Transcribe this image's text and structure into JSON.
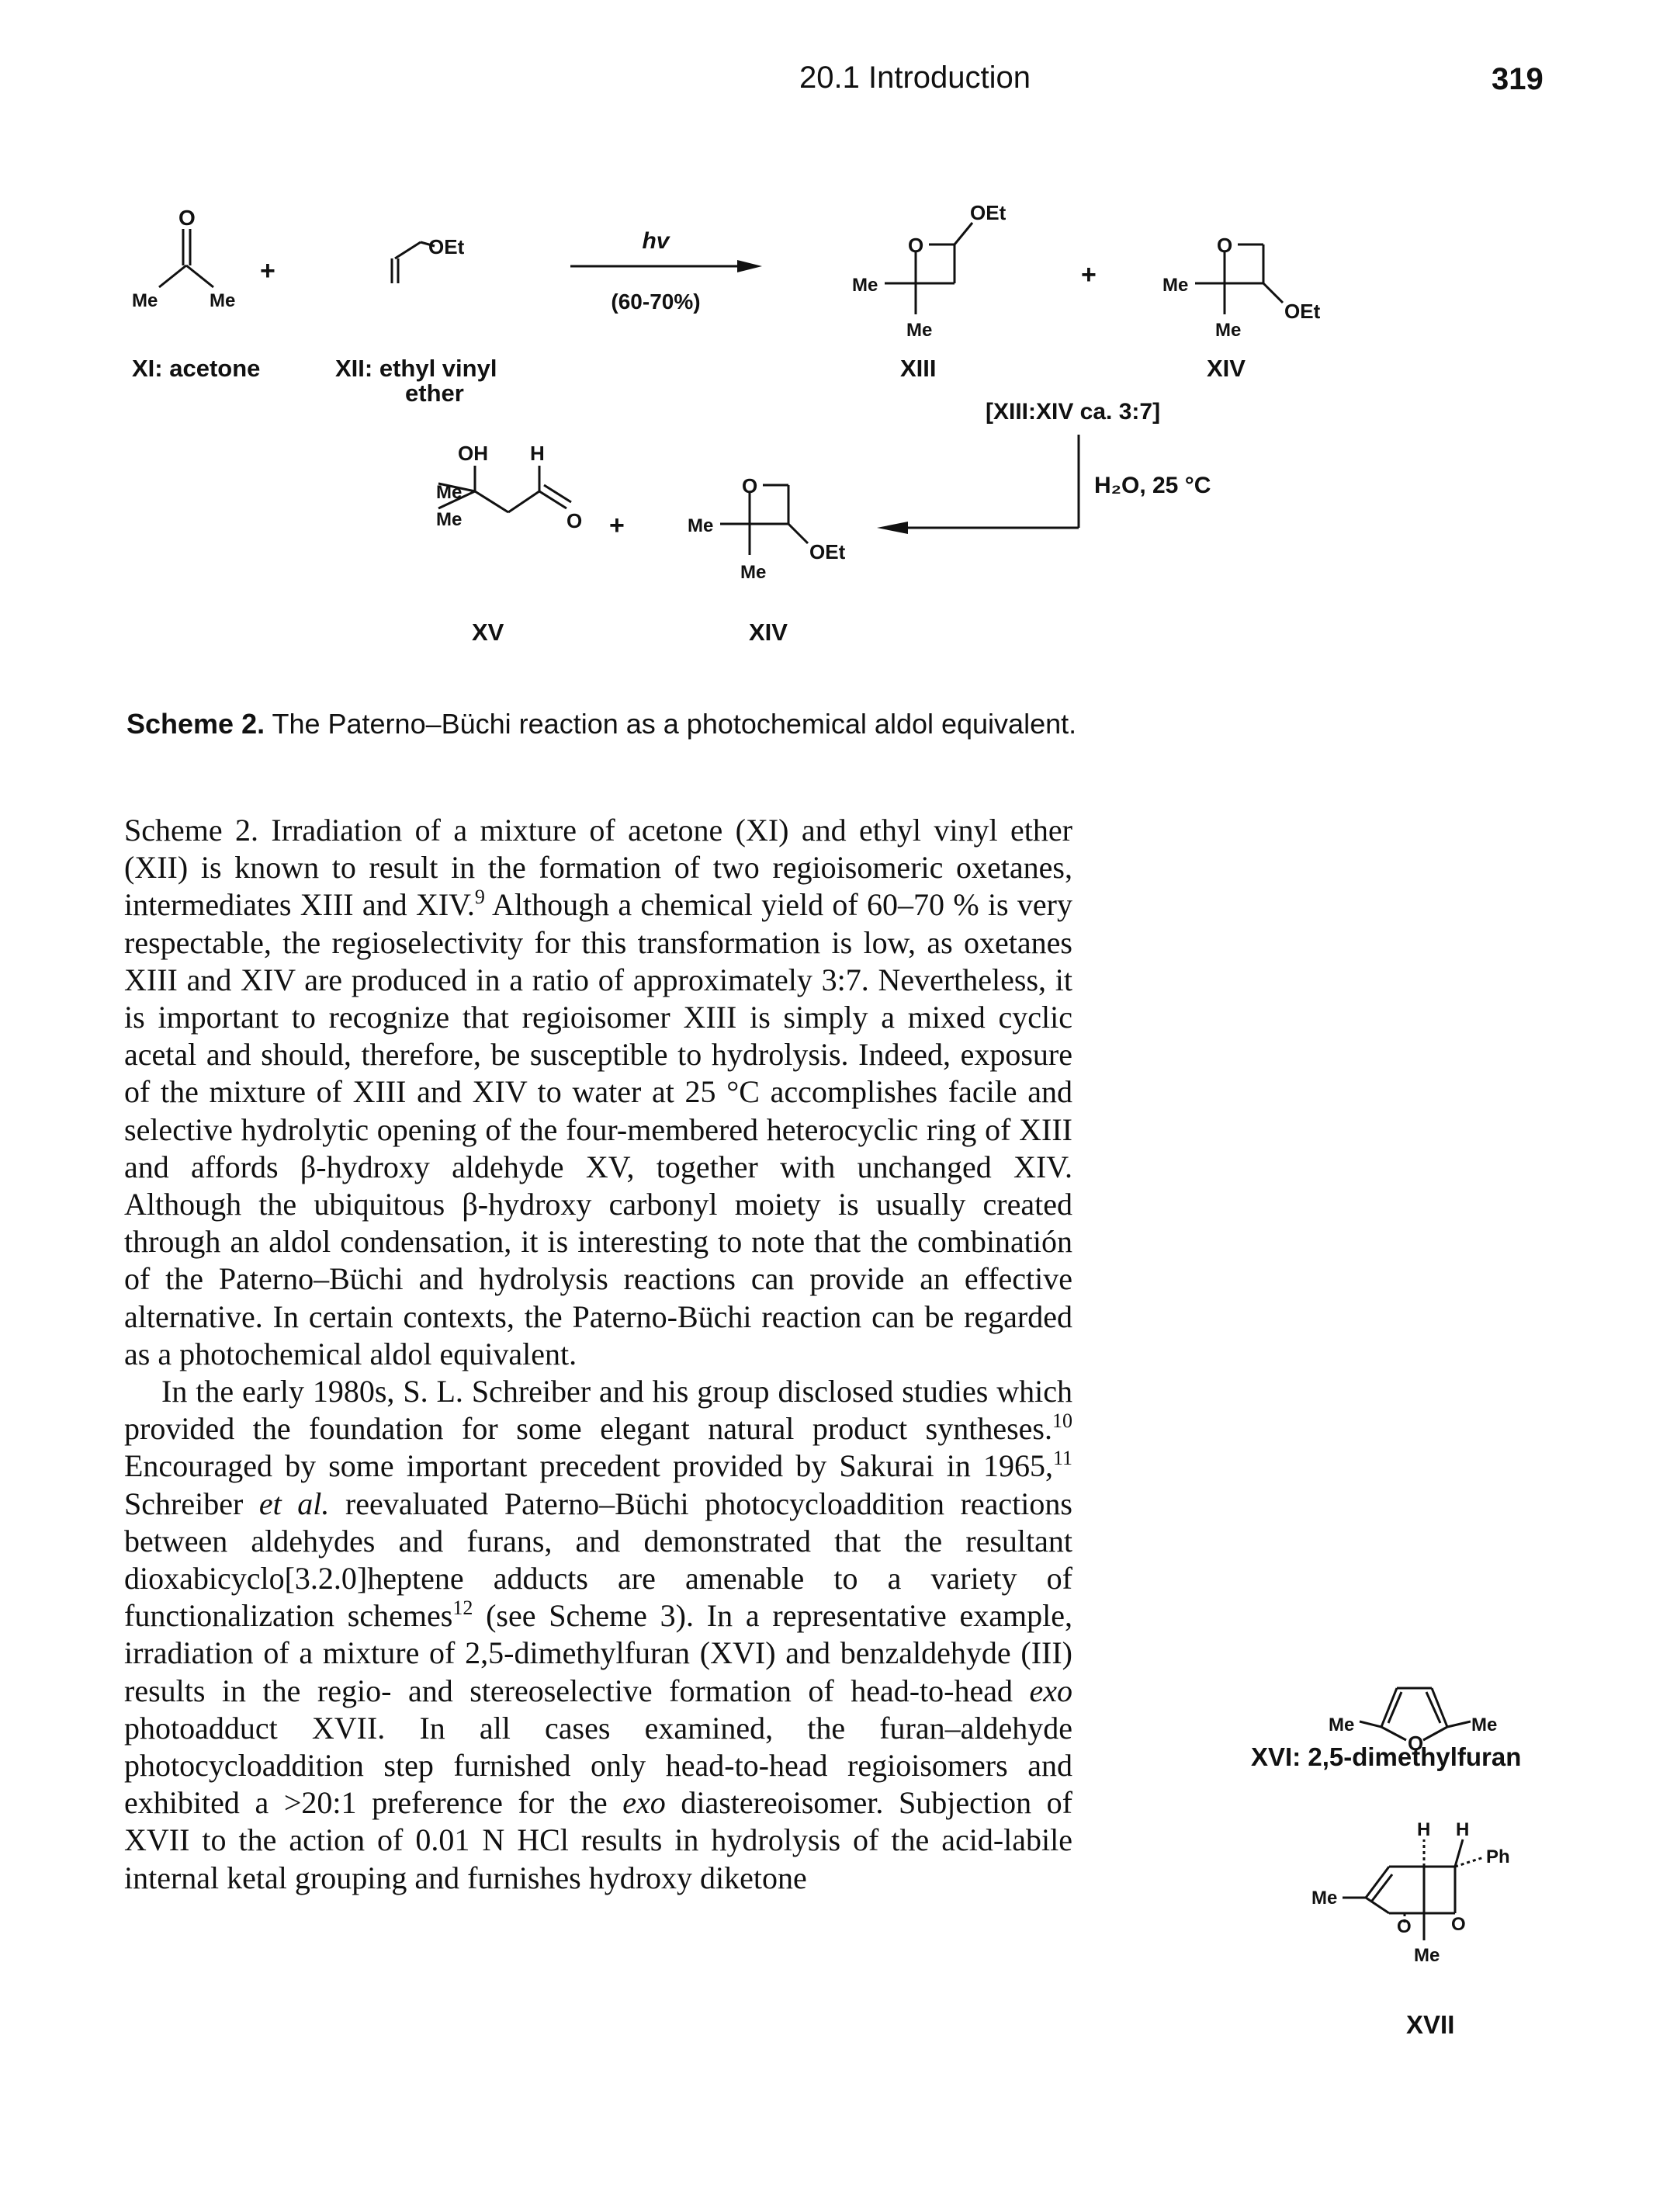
{
  "header": {
    "running_head": "20.1  Introduction",
    "page_number": "319"
  },
  "scheme": {
    "labels": {
      "xi": "XI: acetone",
      "xii_line1": "XII: ethyl vinyl",
      "xii_line2": "ether",
      "xiii": "XIII",
      "xiv": "XIV",
      "ratio": "[XIII:XIV ca. 3:7]",
      "xv": "XV",
      "xiv_product": "XIV"
    },
    "arrow1": {
      "above": "hv",
      "below": "(60-70%)"
    },
    "arrow2": {
      "condition": "H₂O, 25 °C"
    },
    "plus": "+",
    "atoms": {
      "O": "O",
      "Me": "Me",
      "OEt": "OEt",
      "OH": "OH",
      "H": "H",
      "Ph": "Ph"
    },
    "caption_bold": "Scheme 2.",
    "caption_text": "The Paterno–Büchi reaction as a photochemical aldol equivalent."
  },
  "paragraphs": [
    [
      {
        "t": "Scheme 2. Irradiation of a mixture of acetone (XI) and ethyl vinyl ether (XII) is known to result in the formation of two regioisomeric oxetanes, intermediates XIII and XIV."
      },
      {
        "t": "9",
        "sup": true
      },
      {
        "t": " Although a chemical yield of 60–70 % is very respectable, the regioselectivity for this transformation is low, as oxetanes XIII and XIV are produced in a ratio of approximately 3:7. Nevertheless, it is important to recognize that regioisomer XIII is simply a mixed cyclic acetal and should, therefore, be susceptible to hydrolysis. Indeed, exposure of the mixture of XIII and XIV to water at 25 °C accomplishes facile and selective hydrolytic opening of the four-membered heterocyclic ring of XIII and affords β-hydroxy aldehyde XV, together with unchanged XIV. Although the ubiquitous β-hydroxy carbonyl moiety is usually created through an aldol condensation, it is interesting to note that the combinatión of the Paterno–Büchi and hydrolysis reactions can provide an effective alternative. In certain contexts, the Paterno-Büchi reaction can be regarded as a photochemical aldol equivalent."
      }
    ],
    [
      {
        "t": "In the early 1980s, S. L. Schreiber and his group disclosed studies which provided the foundation for some elegant natural product syntheses."
      },
      {
        "t": "10",
        "sup": true
      },
      {
        "t": " Encouraged by some important precedent provided by Sakurai in 1965,"
      },
      {
        "t": "11",
        "sup": true
      },
      {
        "t": " Schreiber "
      },
      {
        "t": "et al.",
        "em": true
      },
      {
        "t": " reevaluated Paterno–Büchi photocycloaddition reactions between aldehydes and furans, and demonstrated that the resultant dioxabicyclo[3.2.0]heptene adducts are amenable to a variety of functionalization schemes"
      },
      {
        "t": "12",
        "sup": true
      },
      {
        "t": " (see Scheme 3). In a representative example, irradiation of a mixture of 2,5-dimethylfuran (XVI) and benzaldehyde (III) results in the regio- and stereoselective formation of head-to-head "
      },
      {
        "t": "exo",
        "em": true
      },
      {
        "t": " photoadduct XVII. In all cases examined, the furan–aldehyde photocycloaddition step furnished only head-to-head regioisomers and exhibited a >20:1 preference for the "
      },
      {
        "t": "exo",
        "em": true
      },
      {
        "t": " diastereoisomer. Subjection of XVII to the action of 0.01 N HCl results in hydrolysis of the acid-labile internal ketal grouping and furnishes hydroxy diketone"
      }
    ]
  ],
  "side_figures": {
    "xvi_label": "XVI: 2,5-dimethylfuran",
    "xvii_label": "XVII"
  }
}
